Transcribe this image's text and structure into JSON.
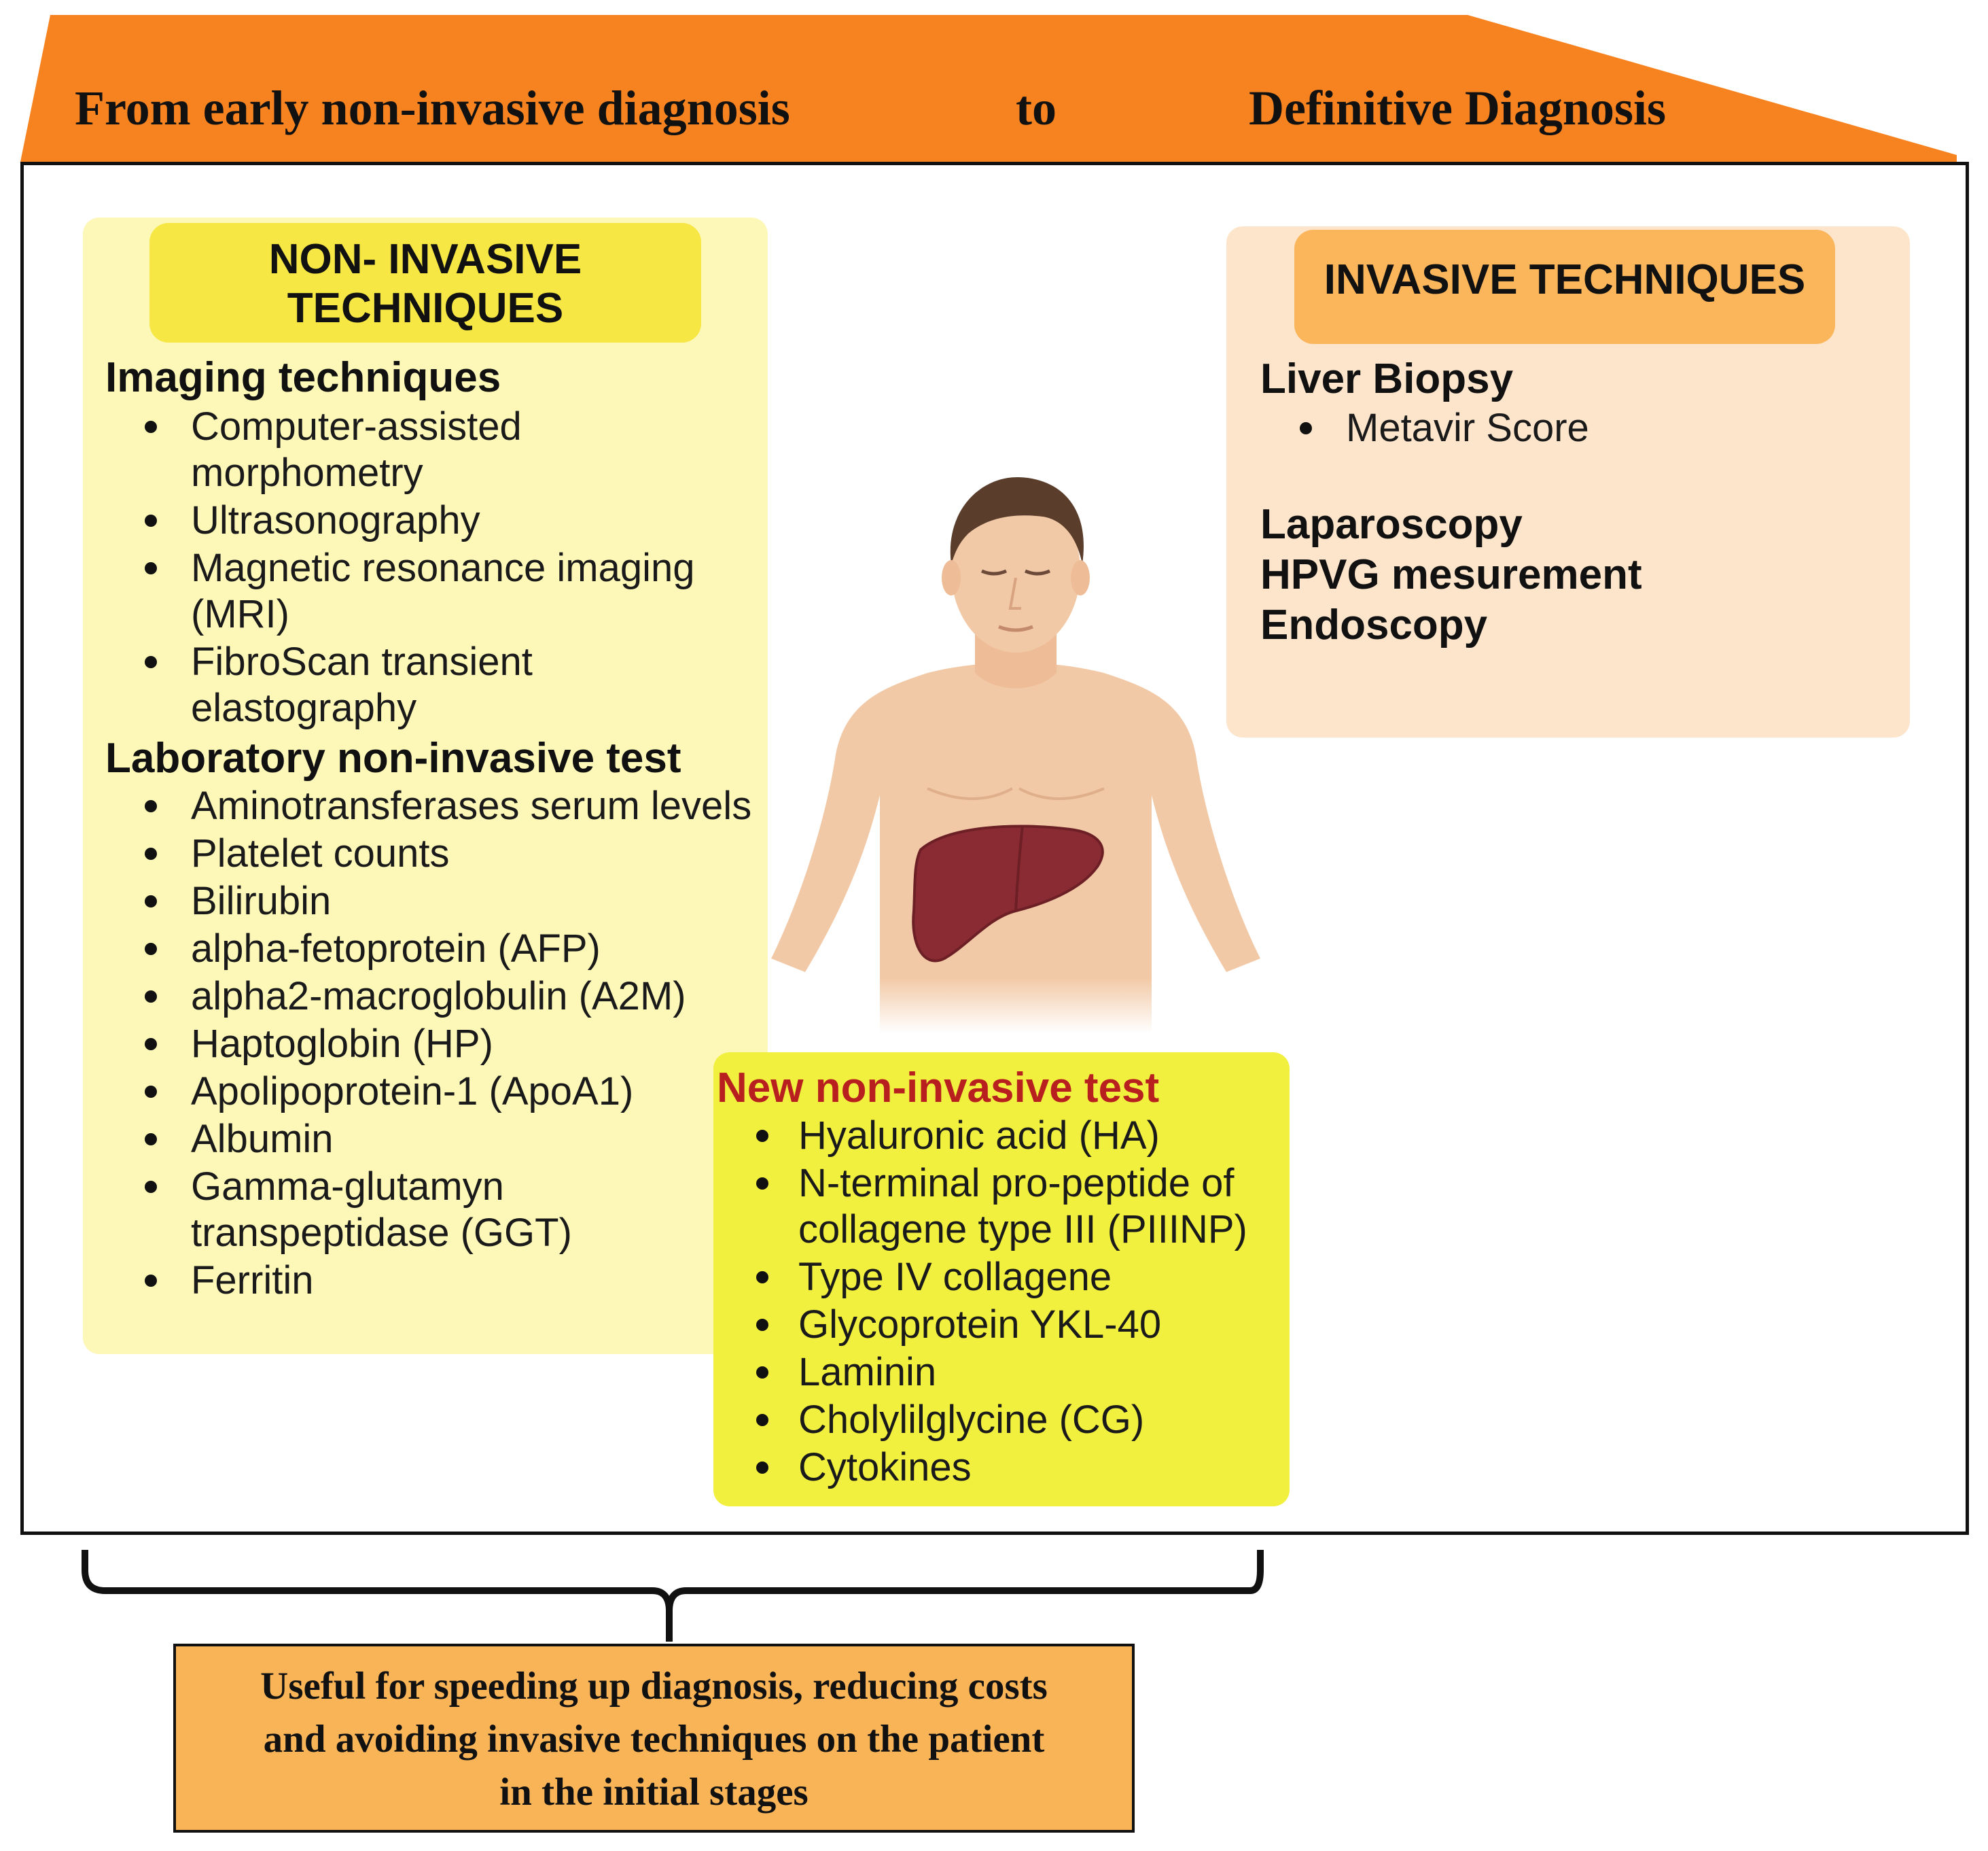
{
  "banner": {
    "left_text": "From early non-invasive diagnosis",
    "middle_text": "to",
    "right_text": "Definitive Diagnosis",
    "color": "#f68320"
  },
  "non_invasive": {
    "header_line1": "NON- INVASIVE",
    "header_line2": "TECHNIQUES",
    "imaging_title": "Imaging techniques",
    "imaging_items": [
      "Computer-assisted morphometry",
      "Ultrasonography",
      "Magnetic resonance imaging (MRI)",
      "FibroScan transient elastography"
    ],
    "lab_title": "Laboratory non-invasive test",
    "lab_items": [
      "Aminotransferases serum levels",
      "Platelet counts",
      "Bilirubin",
      "alpha-fetoprotein (AFP)",
      "alpha2-macroglobulin (A2M)",
      "Haptoglobin (HP)",
      "Apolipoprotein-1 (ApoA1)",
      "Albumin",
      "Gamma-glutamyn transpeptidase (GGT)",
      "Ferritin"
    ],
    "panel_color": "#fdf8b8",
    "header_color": "#f6e744"
  },
  "invasive": {
    "header": "INVASIVE TECHNIQUES",
    "biopsy_title": "Liver Biopsy",
    "biopsy_items": [
      "Metavir Score"
    ],
    "other_titles": [
      "Laparoscopy",
      "HPVG mesurement",
      "Endoscopy"
    ],
    "panel_color": "#fde5cc",
    "header_color": "#fbb55a"
  },
  "new_test": {
    "title": "New non-invasive test",
    "items": [
      "Hyaluronic acid (HA)",
      "N-terminal pro-peptide of collagene type III (PIIINP)",
      "Type IV collagene",
      "Glycoprotein YKL-40",
      "Laminin",
      "Cholylilglycine (CG)",
      "Cytokines"
    ],
    "panel_color": "#f2f03e",
    "title_color": "#b81f1f"
  },
  "figure": {
    "icon": "human-torso-with-liver-icon"
  },
  "summary": {
    "line1": "Useful for speeding up diagnosis, reducing costs",
    "line2": "and avoiding invasive techniques on the patient",
    "line3": "in the initial stages",
    "color": "#f9b458"
  }
}
